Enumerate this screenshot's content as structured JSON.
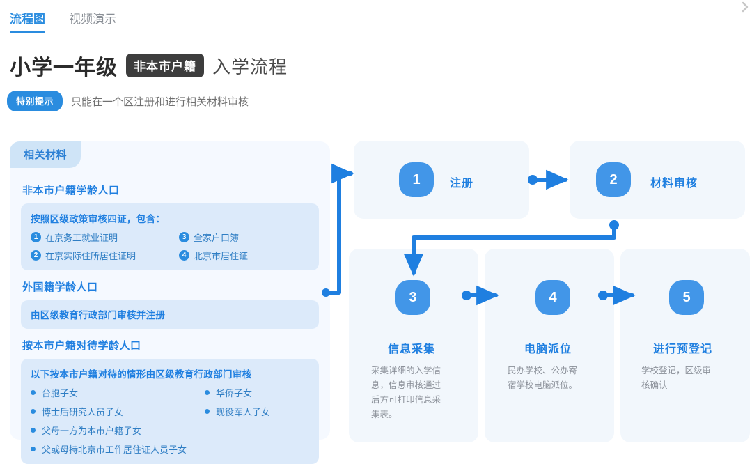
{
  "tabs": [
    {
      "label": "流程图",
      "active": true
    },
    {
      "label": "视频演示",
      "active": false
    }
  ],
  "header": {
    "title_main": "小学一年级",
    "title_badge": "非本市户籍",
    "title_tail": "入学流程",
    "tip_badge": "特别提示",
    "tip_text": "只能在一个区注册和进行相关材料审核"
  },
  "materials": {
    "tab_label": "相关材料",
    "sections": [
      {
        "heading": "非本市户籍学龄人口",
        "box_title": "按照区级政策审核四证，包含：",
        "numbered": [
          {
            "num": "1",
            "text": "在京务工就业证明"
          },
          {
            "num": "3",
            "text": "全家户口簿"
          },
          {
            "num": "2",
            "text": "在京实际住所居住证明"
          },
          {
            "num": "4",
            "text": "北京市居住证"
          }
        ]
      },
      {
        "heading": "外国籍学龄人口",
        "single_line": "由区级教育行政部门审核并注册"
      },
      {
        "heading": "按本市户籍对待学龄人口",
        "box_title": "以下按本市户籍对待的情形由区级教育行政部门审核",
        "bullets_left": [
          "台胞子女",
          "博士后研究人员子女",
          "父母一方为本市户籍子女",
          "父或母持北京市工作居住证人员子女"
        ],
        "bullets_right": [
          "华侨子女",
          "现役军人子女"
        ]
      }
    ]
  },
  "flow": {
    "steps": [
      {
        "num": "1",
        "label": "注册",
        "desc": ""
      },
      {
        "num": "2",
        "label": "材料审核",
        "desc": ""
      },
      {
        "num": "3",
        "label": "信息采集",
        "desc": "采集详细的入学信息，信息审核通过后方可打印信息采集表。"
      },
      {
        "num": "4",
        "label": "电脑派位",
        "desc": "民办学校、公办寄宿学校电脑派位。"
      },
      {
        "num": "5",
        "label": "进行预登记",
        "desc": "学校登记，区级审核确认"
      }
    ]
  },
  "colors": {
    "accent": "#2a8cdf",
    "step_blue": "#4296e8",
    "card_bg": "#f2f7fc",
    "panel_bg": "#f5f9ff",
    "inner_bg": "#dceafa",
    "tab_bg": "#cfe4f7",
    "badge_dark": "#3d3d3d",
    "desc_gray": "#8b9099"
  }
}
